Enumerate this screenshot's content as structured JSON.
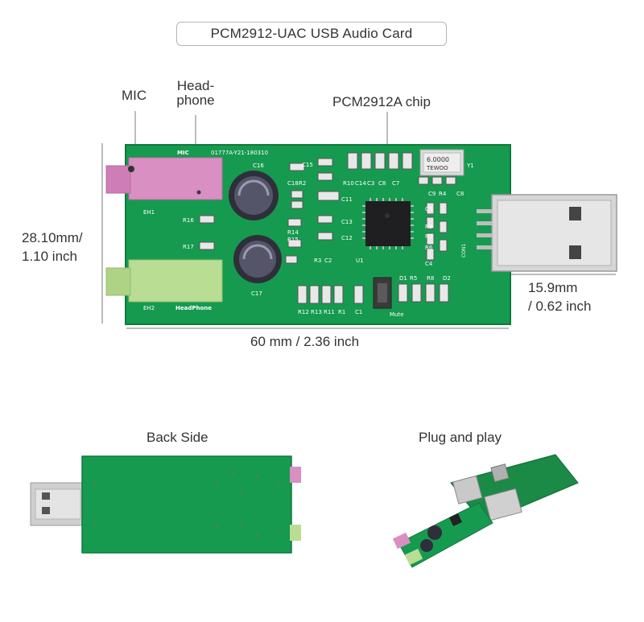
{
  "title": "PCM2912-UAC USB Audio Card",
  "callouts": {
    "mic": "MIC",
    "headphone_line1": "Head-",
    "headphone_line2": "phone",
    "chip": "PCM2912A chip"
  },
  "dimensions": {
    "height_line1": "28.10mm/",
    "height_line2": "1.10 inch",
    "width": "60 mm / 2.36 inch",
    "usb_line1": "15.9mm",
    "usb_line2": "/ 0.62 inch"
  },
  "pcb_silkscreen": {
    "code": "01777A-Y21-180310",
    "mic": "MIC",
    "eh1": "EH1",
    "eh2": "EH2",
    "headphone": "HeadPhone",
    "mute": "Mute",
    "u1": "U1",
    "y1": "Y1",
    "con1": "CON1",
    "crystal": "6.0000",
    "crystal_sub": "TEWOO",
    "refs": [
      "C16",
      "C18",
      "R2",
      "C15",
      "R10",
      "C14",
      "C3",
      "C8",
      "C7",
      "C11",
      "C13",
      "C12",
      "R14",
      "R15",
      "R16",
      "R17",
      "R3",
      "C2",
      "C17",
      "C9",
      "R4",
      "C8",
      "C5",
      "R9",
      "R7",
      "R6",
      "C4",
      "D1",
      "R5",
      "R8",
      "D2",
      "R12",
      "R13",
      "R11",
      "R1",
      "C1"
    ]
  },
  "bottom_labels": {
    "back": "Back Side",
    "plug": "Plug and play"
  },
  "colors": {
    "pcb_green": "#169a4f",
    "jack_pink": "#d98fc2",
    "jack_green": "#b9dd93",
    "usb_silver": "#d4d4d4",
    "capacitor": "#2f2f3a"
  }
}
